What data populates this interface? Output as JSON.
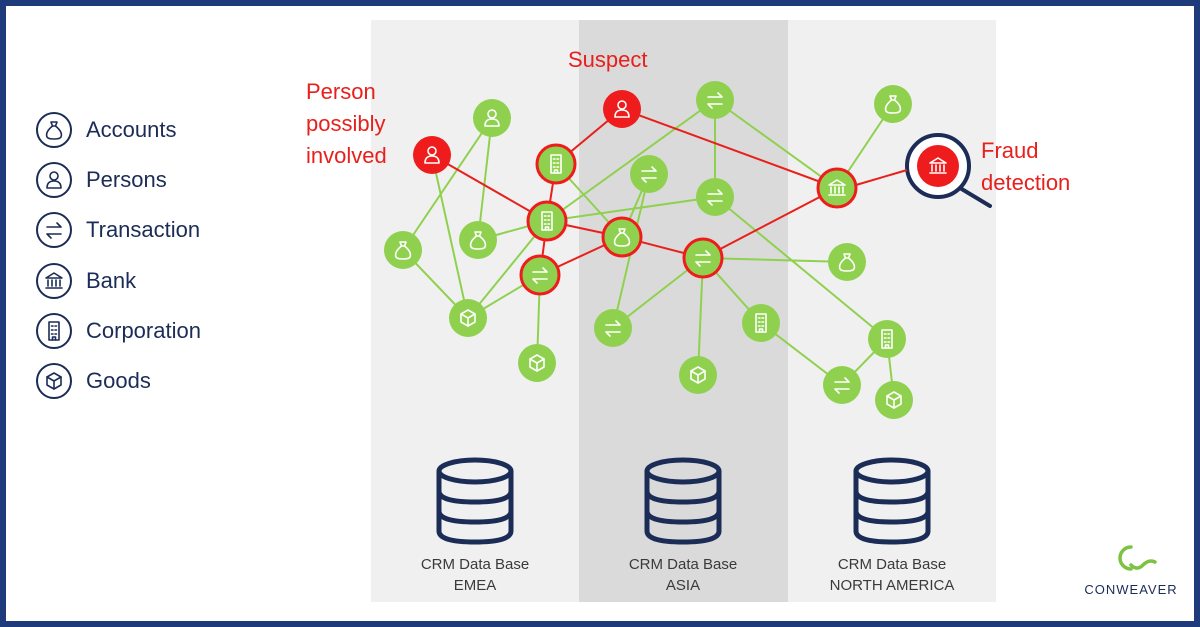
{
  "legend": [
    {
      "label": "Accounts",
      "icon": "money-bag-icon"
    },
    {
      "label": "Persons",
      "icon": "person-icon"
    },
    {
      "label": "Transaction",
      "icon": "transfer-arrows-icon"
    },
    {
      "label": "Bank",
      "icon": "bank-icon"
    },
    {
      "label": "Corporation",
      "icon": "building-icon"
    },
    {
      "label": "Goods",
      "icon": "box-icon"
    }
  ],
  "annotations": {
    "suspect": "Suspect",
    "person_involved": [
      "Person",
      "possibly",
      "involved"
    ],
    "fraud_detection": [
      "Fraud",
      "detection"
    ]
  },
  "databases": [
    {
      "line1": "CRM Data Base",
      "line2": "EMEA"
    },
    {
      "line1": "CRM Data Base",
      "line2": "ASIA"
    },
    {
      "line1": "CRM Data Base",
      "line2": "NORTH AMERICA"
    }
  ],
  "logo": {
    "text": "CONWEAVER"
  },
  "colors": {
    "node_green": "#8fd14f",
    "node_red": "#ee1c1c",
    "edge_green": "#8fd14f",
    "edge_red": "#e8201c",
    "dark_navy": "#1b2c56",
    "frame_blue": "#1f3a7a",
    "annotation_red": "#e8201c",
    "logo_green": "#7dc242"
  }
}
